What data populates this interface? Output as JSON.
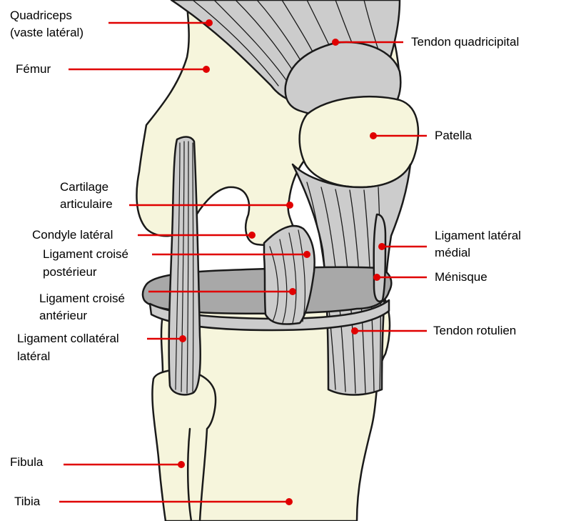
{
  "colors": {
    "bone": "#f6f5dc",
    "tissue": "#cccccc",
    "tissue_dark": "#a8a8a8",
    "outline": "#1a1a1a",
    "leader": "#e00000"
  },
  "labels": {
    "quadriceps_1": "Quadriceps",
    "quadriceps_2": "(vaste latéral)",
    "femur": "Fémur",
    "cartilage_1": "Cartilage",
    "cartilage_2": "articulaire",
    "condyle": "Condyle latéral",
    "lcp_1": "Ligament croisé",
    "lcp_2": "postérieur",
    "lca_1": "Ligament croisé",
    "lca_2": "antérieur",
    "lcl_1": "Ligament collatéral",
    "lcl_2": "latéral",
    "fibula": "Fibula",
    "tibia": "Tibia",
    "tendon_quad": "Tendon quadricipital",
    "patella": "Patella",
    "llm_1": "Ligament latéral",
    "llm_2": "médial",
    "menisque": "Ménisque",
    "tendon_rot": "Tendon rotulien"
  }
}
